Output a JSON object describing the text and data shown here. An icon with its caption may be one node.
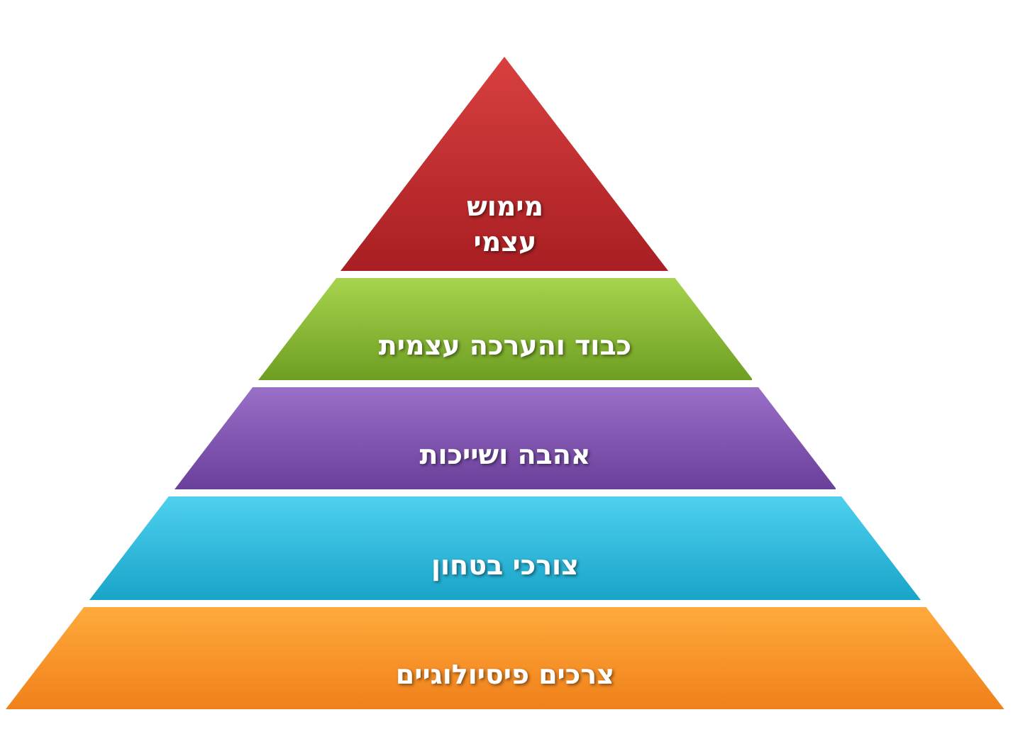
{
  "diagram": {
    "nodes": [
      {
        "text": [
          "מימוש עצמי"
        ]
      },
      {
        "text": [
          "כבוד והערכה עצמית"
        ]
      },
      {
        "text": [
          "אהבה ושייכות"
        ]
      },
      {
        "text": [
          "צורכי בטחון"
        ]
      },
      {
        "text": [
          "צרכים פיסיולוגיים"
        ]
      }
    ]
  }
}
